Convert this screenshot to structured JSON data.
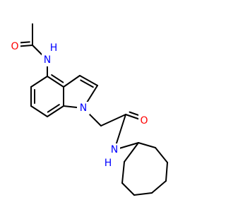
{
  "colors": {
    "bond": "#000000",
    "oxygen": "#ff0000",
    "nitrogen": "#0000ff",
    "background": "#ffffff"
  },
  "atoms": {
    "o_acetyl": {
      "symbol": "O",
      "element": "oxygen"
    },
    "n_amide_top": {
      "symbol": "N",
      "element": "nitrogen"
    },
    "h_amide_top": {
      "symbol": "H",
      "element": "nitrogen"
    },
    "n_indole": {
      "symbol": "N",
      "element": "nitrogen"
    },
    "o_amide": {
      "symbol": "O",
      "element": "oxygen"
    },
    "n_amide_bottom": {
      "symbol": "N",
      "element": "nitrogen"
    },
    "h_amide_bottom": {
      "symbol": "H",
      "element": "nitrogen"
    }
  }
}
